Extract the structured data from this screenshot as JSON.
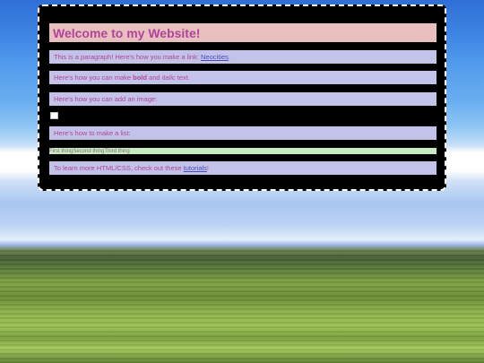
{
  "heading": "Welcome to my Website!",
  "para1": {
    "text": "This is a paragraph! Here's how you make a link: ",
    "link": "Neocities",
    "end": "."
  },
  "para2": {
    "before": "Here's how you can make ",
    "bold": "bold",
    "mid": " and ",
    "italic": "italic",
    "after": " text."
  },
  "para3": {
    "text": "Here's how you can add an image:"
  },
  "para4": {
    "text": "Here's how to make a list:"
  },
  "list": {
    "items": [
      "First thing",
      "Second thing",
      "Third thing"
    ]
  },
  "para5": {
    "text": "To learn more HTML/CSS, check out these ",
    "link": "tutorials",
    "end": "!"
  },
  "colors": {
    "heading_bg": "#e8bebe",
    "paragraph_bg": "#c3c3ea",
    "list_bg": "#c8eac3",
    "text": "#b0449a",
    "link": "#4a4abf",
    "container_bg": "#000000"
  },
  "icons": {
    "image": "broken-image-icon"
  }
}
